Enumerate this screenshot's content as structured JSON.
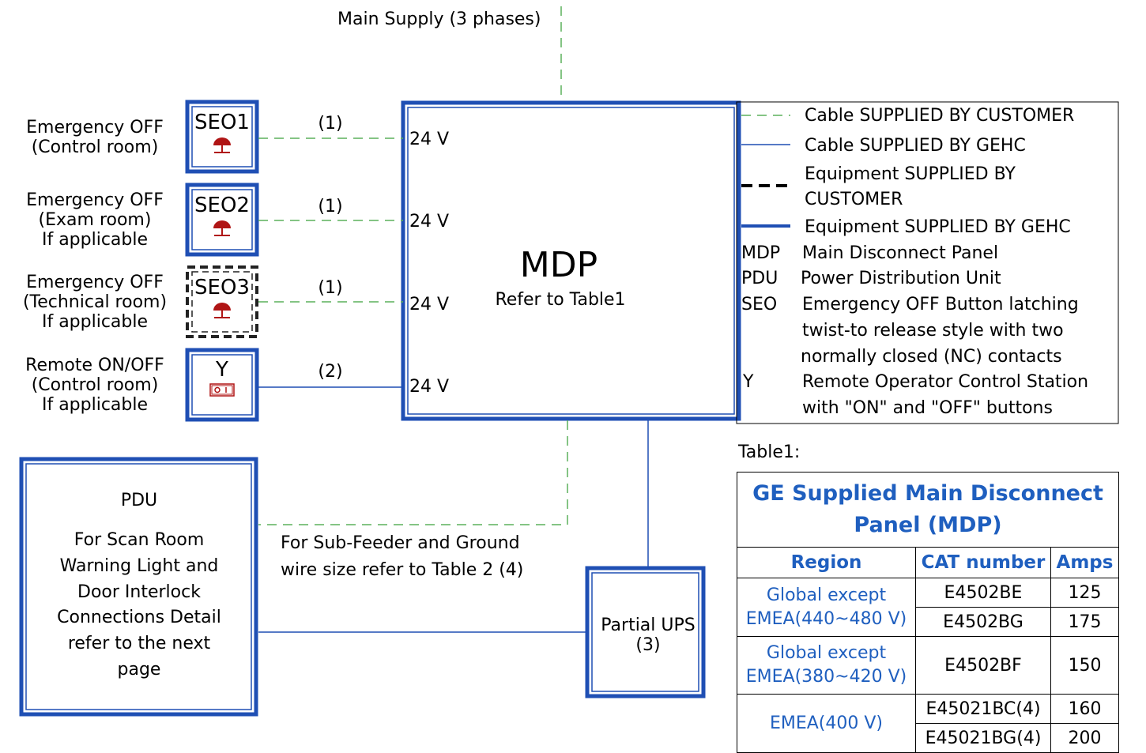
{
  "main_supply": "Main Supply (3 phases)",
  "mdp": {
    "title": "MDP",
    "subtitle": "Refer to Table1"
  },
  "voltages": [
    "24 V",
    "24 V",
    "24 V",
    "24 V"
  ],
  "cable_refs": [
    "(1)",
    "(1)",
    "(1)",
    "(2)"
  ],
  "devices": [
    {
      "id": "SEO1",
      "label_lines": [
        "Emergency OFF",
        "(Control room)"
      ],
      "icon": "emergency-stop-icon",
      "supplied_by": "GEHC"
    },
    {
      "id": "SEO2",
      "label_lines": [
        "Emergency OFF",
        "(Exam room)",
        "If applicable"
      ],
      "icon": "emergency-stop-icon",
      "supplied_by": "GEHC"
    },
    {
      "id": "SEO3",
      "label_lines": [
        "Emergency OFF",
        "(Technical room)",
        "If applicable"
      ],
      "icon": "emergency-stop-icon",
      "supplied_by": "CUSTOMER"
    },
    {
      "id": "Y",
      "label_lines": [
        "Remote ON/OFF",
        "(Control room)",
        "If applicable"
      ],
      "icon": "on-off-switch-icon",
      "supplied_by": "GEHC"
    }
  ],
  "pdu": {
    "title": "PDU",
    "lines": [
      "For Scan Room",
      "Warning Light and",
      "Door Interlock",
      "Connections Detail",
      "refer to the next",
      "page"
    ]
  },
  "sub_feeder_note": [
    "For Sub-Feeder and Ground",
    "wire size refer to Table 2 (4)"
  ],
  "ups": {
    "label": "Partial UPS",
    "ref": "(3)"
  },
  "legend": {
    "items": [
      {
        "symbol": "thin-dashed-green-line",
        "text": [
          "Cable SUPPLIED BY CUSTOMER"
        ]
      },
      {
        "symbol": "thin-solid-blue-line",
        "text": [
          "Cable SUPPLIED BY GEHC"
        ]
      },
      {
        "symbol": "thick-dashed-black-line",
        "text": [
          "Equipment SUPPLIED BY",
          "CUSTOMER"
        ]
      },
      {
        "symbol": "thick-solid-blue-line",
        "text": [
          "Equipment SUPPLIED BY GEHC"
        ]
      }
    ],
    "abbreviations": [
      {
        "abbr": "MDP",
        "text": [
          "Main Disconnect Panel"
        ]
      },
      {
        "abbr": "PDU",
        "text": [
          "Power Distribution Unit"
        ]
      },
      {
        "abbr": "SEO",
        "text": [
          "Emergency OFF Button latching",
          "twist-to release style with two",
          "normally closed (NC) contacts"
        ]
      },
      {
        "abbr": "Y",
        "text": [
          "Remote Operator Control Station",
          "with \"ON\" and \"OFF\" buttons"
        ]
      }
    ]
  },
  "table1": {
    "label": "Table1:",
    "title": "GE Supplied Main Disconnect Panel (MDP)",
    "headers": [
      "Region",
      "CAT number",
      "Amps"
    ],
    "groups": [
      {
        "region": "Global except EMEA(440~480 V)",
        "rows": [
          {
            "cat": "E4502BE",
            "amps": "125"
          },
          {
            "cat": "E4502BG",
            "amps": "175"
          }
        ]
      },
      {
        "region": "Global except EMEA(380~420 V)",
        "rows": [
          {
            "cat": "E4502BF",
            "amps": "150"
          }
        ]
      },
      {
        "region": "EMEA(400 V)",
        "rows": [
          {
            "cat": "E45021BC(4)",
            "amps": "160"
          },
          {
            "cat": "E45021BG(4)",
            "amps": "200"
          }
        ]
      }
    ]
  },
  "colors": {
    "gehc_blue": "#1f4fb4",
    "customer_green": "#5bb05b",
    "icon_red": "#b01515",
    "table_blue": "#1f5fbf"
  }
}
